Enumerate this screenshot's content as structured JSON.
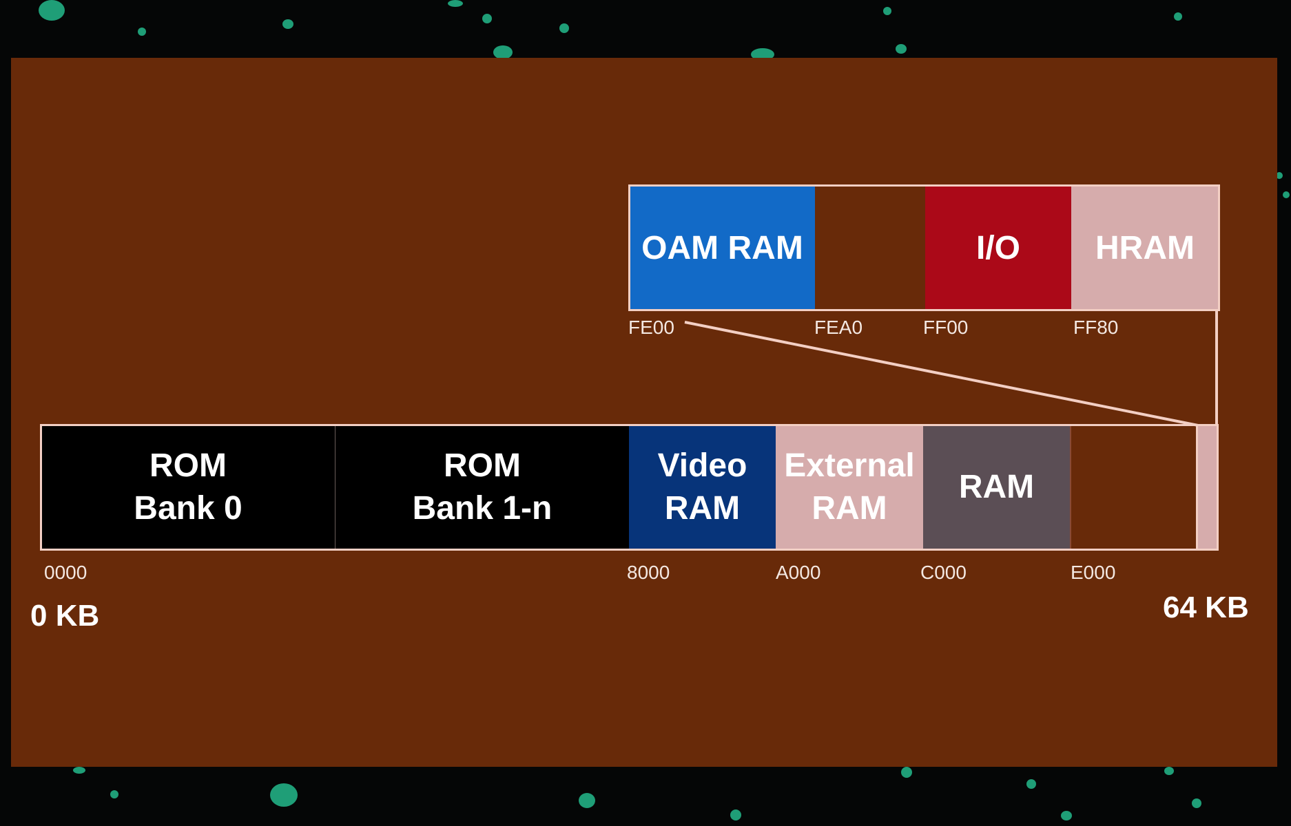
{
  "memory_map": {
    "bottom_row": [
      {
        "id": "rom-bank-0",
        "label": "ROM\nBank 0",
        "color": "#000000"
      },
      {
        "id": "rom-bank-1n",
        "label": "ROM\nBank 1-n",
        "color": "#000000"
      },
      {
        "id": "video-ram",
        "label": "Video\nRAM",
        "color": "#07347a"
      },
      {
        "id": "external-ram",
        "label": "External\nRAM",
        "color": "#d6acac"
      },
      {
        "id": "ram",
        "label": "RAM",
        "color": "#5b4e55"
      },
      {
        "id": "echo",
        "label": "",
        "color": "#682a09"
      },
      {
        "id": "high-region",
        "label": "",
        "color": "#d6acac"
      }
    ],
    "bottom_addresses": [
      "0000",
      "8000",
      "A000",
      "C000",
      "E000"
    ],
    "top_row": [
      {
        "id": "oam-ram",
        "label": "OAM RAM",
        "color": "#126ac7"
      },
      {
        "id": "unusable",
        "label": "",
        "color": "#682a09"
      },
      {
        "id": "io",
        "label": "I/O",
        "color": "#ab0918"
      },
      {
        "id": "hram",
        "label": "HRAM",
        "color": "#d6acac"
      }
    ],
    "top_addresses": [
      "FE00",
      "FEA0",
      "FF00",
      "FF80"
    ],
    "start_size": "0 KB",
    "end_size": "64 KB"
  },
  "colors": {
    "background": "#682a09",
    "outline": "#f3cfc4"
  }
}
